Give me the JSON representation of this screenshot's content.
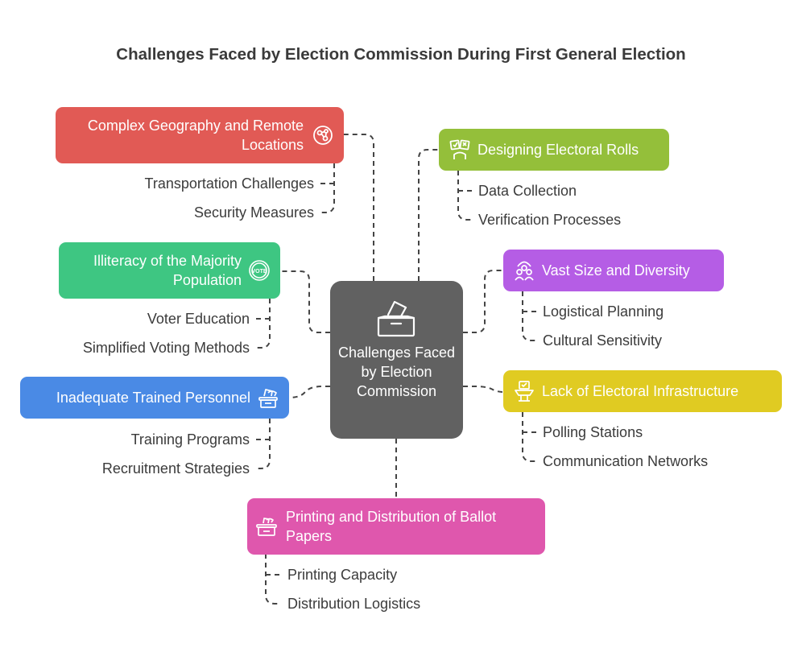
{
  "title": "Challenges Faced by Election Commission During First General Election",
  "center": {
    "label": "Challenges Faced by Election Commission",
    "icon": "ballot-box-icon"
  },
  "nodes": {
    "geography": {
      "label": "Complex Geography and Remote Locations",
      "color": "#e15a55",
      "icon": "network-nodes-icon",
      "items": [
        "Transportation Challenges",
        "Security Measures"
      ]
    },
    "rolls": {
      "label": "Designing Electoral Rolls",
      "color": "#94bf3a",
      "icon": "voting-cards-icon",
      "items": [
        "Data Collection",
        "Verification Processes"
      ]
    },
    "illiteracy": {
      "label": "Illiteracy of the Majority Population",
      "color": "#3ec682",
      "icon": "vote-badge-icon",
      "items": [
        "Voter Education",
        "Simplified Voting Methods"
      ]
    },
    "diversity": {
      "label": "Vast Size and Diversity",
      "color": "#b55de5",
      "icon": "people-group-icon",
      "items": [
        "Logistical Planning",
        "Cultural Sensitivity"
      ]
    },
    "personnel": {
      "label": "Inadequate Trained Personnel",
      "color": "#4a8ae5",
      "icon": "ballot-hand-icon",
      "items": [
        "Training Programs",
        "Recruitment Strategies"
      ]
    },
    "infrastructure": {
      "label": "Lack of Electoral Infrastructure",
      "color": "#e0cb22",
      "icon": "voting-machine-icon",
      "items": [
        "Polling Stations",
        "Communication Networks"
      ]
    },
    "printing": {
      "label": "Printing and Distribution of Ballot Papers",
      "color": "#df57ad",
      "icon": "ballot-drop-icon",
      "items": [
        "Printing Capacity",
        "Distribution Logistics"
      ]
    }
  }
}
